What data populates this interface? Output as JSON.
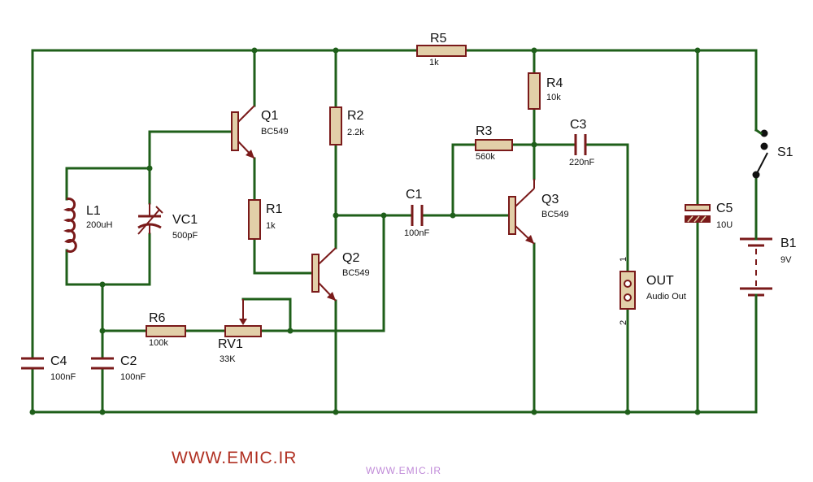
{
  "components": {
    "q1": {
      "ref": "Q1",
      "value": "BC549"
    },
    "q2": {
      "ref": "Q2",
      "value": "BC549"
    },
    "q3": {
      "ref": "Q3",
      "value": "BC549"
    },
    "r1": {
      "ref": "R1",
      "value": "1k"
    },
    "r2": {
      "ref": "R2",
      "value": "2.2k"
    },
    "r3": {
      "ref": "R3",
      "value": "560k"
    },
    "r4": {
      "ref": "R4",
      "value": "10k"
    },
    "r5": {
      "ref": "R5",
      "value": "1k"
    },
    "r6": {
      "ref": "R6",
      "value": "100k"
    },
    "rv1": {
      "ref": "RV1",
      "value": "33K"
    },
    "l1": {
      "ref": "L1",
      "value": "200uH"
    },
    "vc1": {
      "ref": "VC1",
      "value": "500pF"
    },
    "c1": {
      "ref": "C1",
      "value": "100nF"
    },
    "c2": {
      "ref": "C2",
      "value": "100nF"
    },
    "c3": {
      "ref": "C3",
      "value": "220nF"
    },
    "c4": {
      "ref": "C4",
      "value": "100nF"
    },
    "c5": {
      "ref": "C5",
      "value": "10U"
    },
    "s1": {
      "ref": "S1"
    },
    "b1": {
      "ref": "B1",
      "value": "9V"
    },
    "out": {
      "ref": "OUT",
      "value": "Audio Out",
      "pin1": "1",
      "pin2": "2"
    }
  },
  "watermark": {
    "primary": "WWW.EMIC.IR",
    "secondary": "WWW.EMIC.IR"
  },
  "colors": {
    "wire": "#1f5f1a",
    "component": "#7a1a1a",
    "body_fill": "#e2cfa8",
    "watermark_primary": "#b03022",
    "watermark_secondary": "#c08ad8"
  }
}
